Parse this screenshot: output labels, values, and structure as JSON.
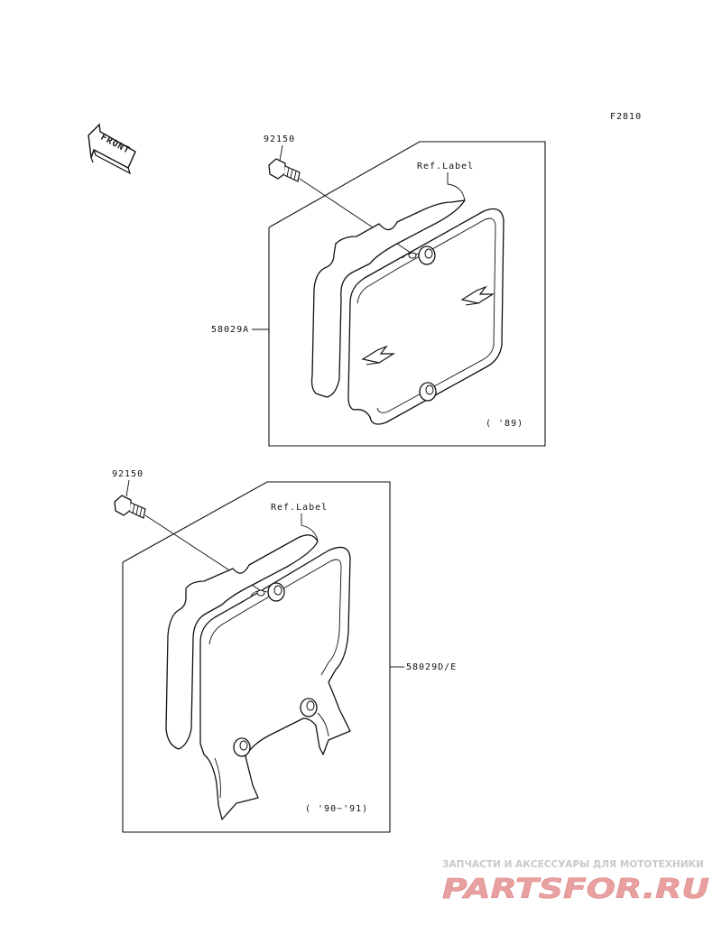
{
  "figure_code": "F2810",
  "front_label": "FRONT",
  "upper": {
    "bolt_part_no": "92150",
    "ref_label": "Ref.Label",
    "cover_part_no": "58029A",
    "year_note": "( '89)"
  },
  "lower": {
    "bolt_part_no": "92150",
    "ref_label": "Ref.Label",
    "cover_part_no": "58029D/E",
    "year_note": "( '90~'91)"
  },
  "watermark": {
    "tagline": "ЗАПЧАСТИ И АКСЕССУАРЫ ДЛЯ МОТОТЕХНИКИ",
    "brand": "PARTSFOR.RU",
    "color_parts": "#e8a0a0",
    "color_for": "#ec9a9a",
    "color_ru": "#e06060"
  }
}
